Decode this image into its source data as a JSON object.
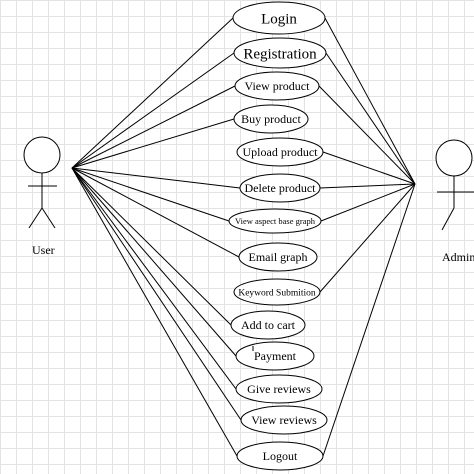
{
  "actors": {
    "user": {
      "label": "User"
    },
    "admin": {
      "label": "Admin"
    }
  },
  "use_cases": [
    {
      "id": "login",
      "label": "Login"
    },
    {
      "id": "registration",
      "label": "Registration"
    },
    {
      "id": "view-product",
      "label": "View product"
    },
    {
      "id": "buy-product",
      "label": "Buy product"
    },
    {
      "id": "upload-product",
      "label": "Upload product"
    },
    {
      "id": "delete-product",
      "label": "Delete product"
    },
    {
      "id": "view-aspect-base-graph",
      "label": "View aspect base graph"
    },
    {
      "id": "email-graph",
      "label": "Email graph"
    },
    {
      "id": "keyword-submition",
      "label": "Keyword Submition"
    },
    {
      "id": "add-to-cart",
      "label": "Add to cart"
    },
    {
      "id": "payment",
      "label": "Payment"
    },
    {
      "id": "give-reviews",
      "label": "Give reviews"
    },
    {
      "id": "view-reviews",
      "label": "View reviews"
    },
    {
      "id": "logout",
      "label": "Logout"
    }
  ],
  "associations": {
    "user": [
      "login",
      "registration",
      "view-product",
      "buy-product",
      "delete-product",
      "view-aspect-base-graph",
      "email-graph",
      "add-to-cart",
      "payment",
      "give-reviews",
      "view-reviews",
      "logout"
    ],
    "admin": [
      "login",
      "registration",
      "view-product",
      "upload-product",
      "delete-product",
      "view-aspect-base-graph",
      "keyword-submition",
      "logout"
    ]
  },
  "colors": {
    "stroke": "#000000",
    "fill": "#ffffff",
    "grid": "#e3e3e3"
  }
}
